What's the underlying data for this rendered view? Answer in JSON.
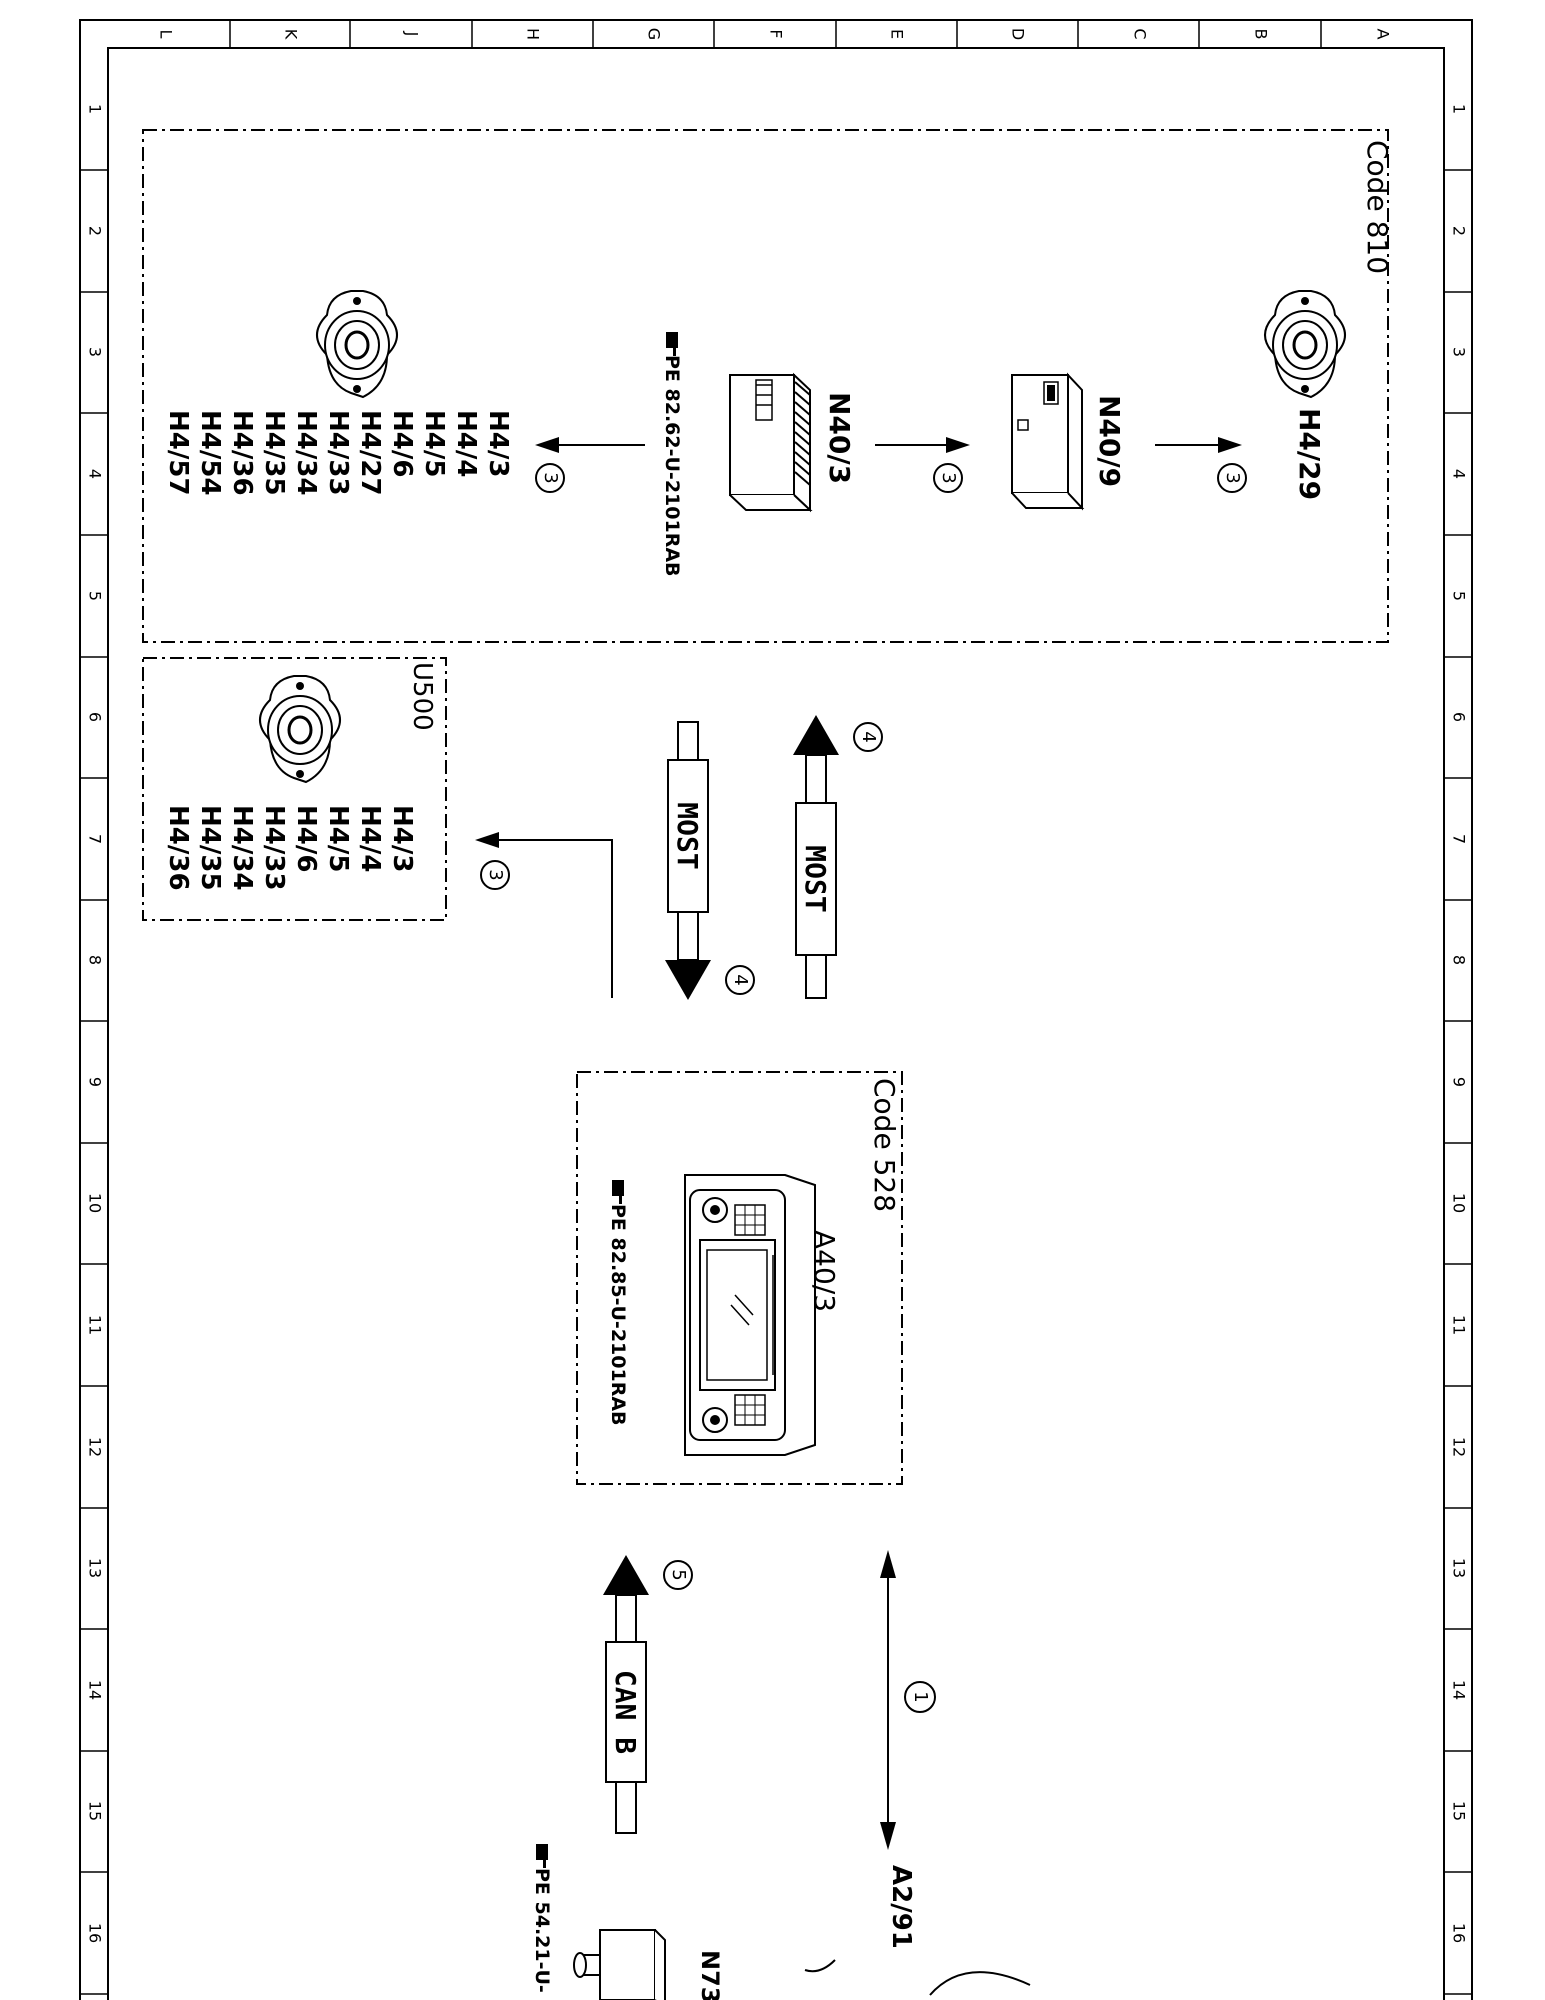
{
  "frame": {
    "columns": [
      "L",
      "K",
      "J",
      "H",
      "G",
      "F",
      "E",
      "D",
      "C",
      "B",
      "A"
    ],
    "rows": [
      "1",
      "2",
      "3",
      "4",
      "5",
      "6",
      "7",
      "8",
      "9",
      "10",
      "11",
      "12",
      "13",
      "14",
      "15",
      "16"
    ]
  },
  "zone_codes": {
    "code810": "Code 810",
    "u500": "U500",
    "code528": "Code 528"
  },
  "components": {
    "h4_29": "H4/29",
    "n40_9": "N40/9",
    "n40_3": "N40/3",
    "a40_3": "A40/3",
    "a2_91": "A2/91",
    "n73": "N73"
  },
  "references": {
    "pe_n40_3": "PE 82.62-U-2101RAB",
    "pe_a40_3": "PE 82.85-U-2101RAB",
    "pe_n73": "PE 54.21-U-"
  },
  "speaker_list_code810": [
    "H4/3",
    "H4/4",
    "H4/5",
    "H4/6",
    "H4/27",
    "H4/33",
    "H4/34",
    "H4/35",
    "H4/36",
    "H4/54",
    "H4/57"
  ],
  "speaker_list_u500": [
    "H4/3",
    "H4/4",
    "H4/5",
    "H4/6",
    "H4/33",
    "H4/34",
    "H4/35",
    "H4/36"
  ],
  "bus_labels": {
    "most_up": "MOST",
    "most_down": "MOST",
    "can": "CAN B"
  },
  "callouts": {
    "c1": "1",
    "c3": "3",
    "c4": "4",
    "c5": "5"
  }
}
